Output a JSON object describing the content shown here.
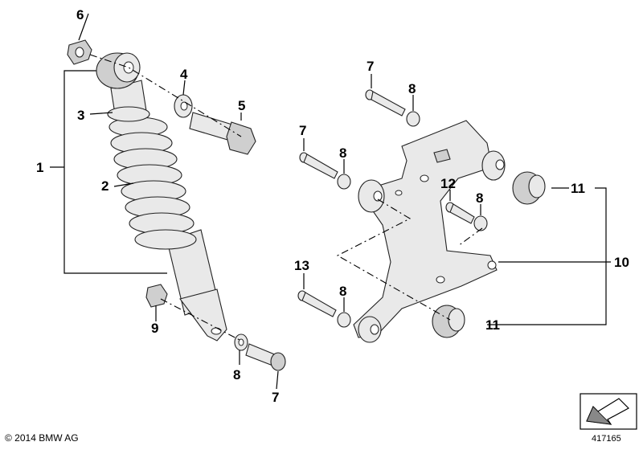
{
  "callouts": [
    "1",
    "2",
    "3",
    "4",
    "5",
    "6",
    "7",
    "8",
    "9",
    "10",
    "11",
    "12",
    "13"
  ],
  "footer": {
    "copyright": "© 2014 BMW AG",
    "doc_number": "417165"
  },
  "icons": [
    "arrow-box-icon"
  ]
}
